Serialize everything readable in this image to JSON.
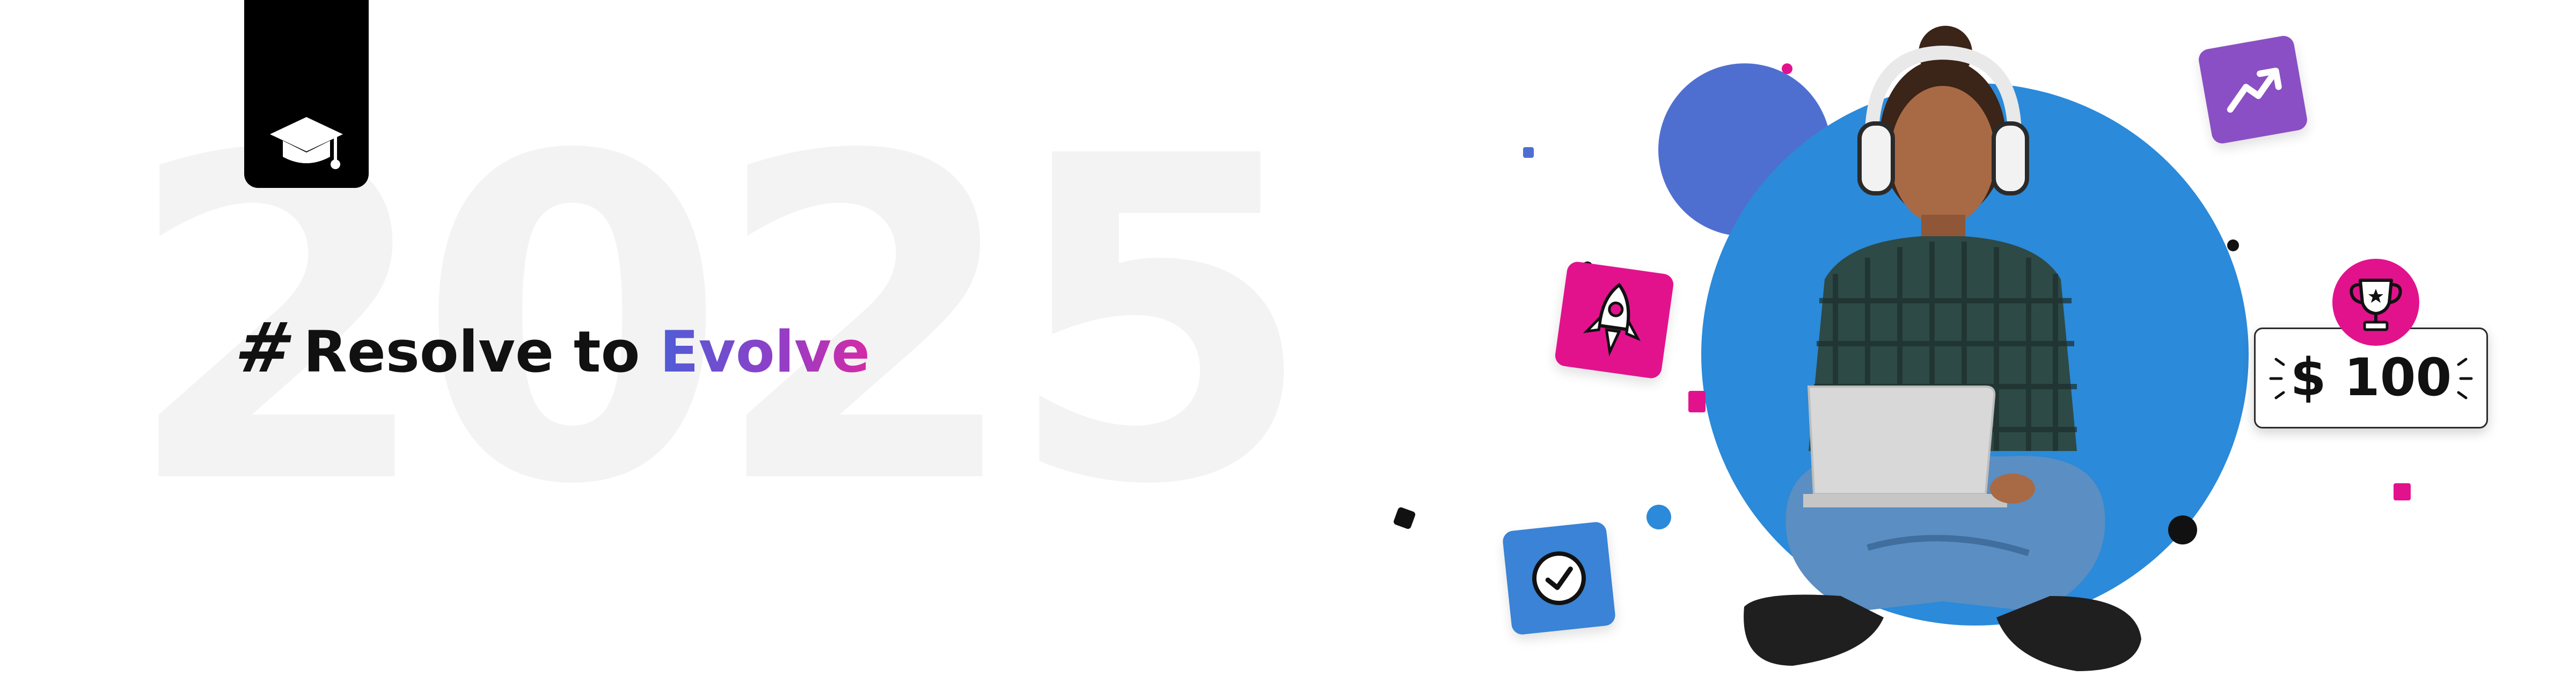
{
  "banner": {
    "background_year": "2025",
    "headline": {
      "hash": "#",
      "plain": "Resolve to ",
      "highlight": "Evolve"
    },
    "prize": {
      "amount": "$ 100"
    }
  },
  "colors": {
    "accent_blue": "#2b8ad9",
    "accent_indigo": "#4f6fd0",
    "accent_magenta": "#e2128d",
    "accent_purple": "#8a4fc4",
    "tile_blue": "#3a83d6"
  },
  "icons": [
    "graduation-cap-icon",
    "rocket-icon",
    "check-circle-icon",
    "trending-up-icon",
    "trophy-icon"
  ]
}
